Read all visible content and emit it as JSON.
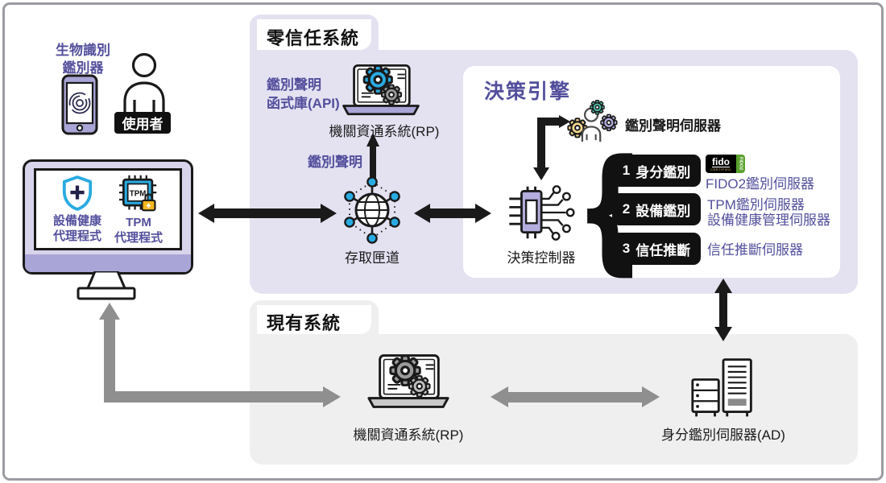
{
  "diagram": {
    "title_zero_trust": "零信任系統",
    "title_existing": "現有系統"
  },
  "client": {
    "biometric_line1": "生物識別",
    "biometric_line2": "鑑別器",
    "user": "使用者",
    "device_health_line1": "設備健康",
    "device_health_line2": "代理程式",
    "tpm_chip": "TPM",
    "tpm_agent_line1": "TPM",
    "tpm_agent_line2": "代理程式"
  },
  "zero_trust": {
    "api_line1": "鑑別聲明",
    "api_line2": "函式庫(API)",
    "rp": "機關資通系統(RP)",
    "assertion": "鑑別聲明",
    "gateway": "存取匣道"
  },
  "engine": {
    "title": "決策引擎",
    "assertion_server": "鑑別聲明伺服器",
    "controller": "決策控制器",
    "brace_glyph": "{",
    "steps": [
      {
        "num": "1",
        "label": "身分鑑別",
        "servers": [
          "FIDO2鑑別伺服器"
        ]
      },
      {
        "num": "2",
        "label": "設備鑑別",
        "servers": [
          "TPM鑑別伺服器",
          "設備健康管理伺服器"
        ]
      },
      {
        "num": "3",
        "label": "信任推斷",
        "servers": [
          "信任推斷伺服器"
        ]
      }
    ],
    "fido": {
      "brand": "fido",
      "certified": "CERTIFIED",
      "strip": "FIDO2"
    }
  },
  "existing": {
    "rp": "機關資通系統(RP)",
    "ad": "身分鑑別伺服器(AD)"
  },
  "colors": {
    "panel_lavender": "#e4e2f1",
    "panel_gray": "#efeff0",
    "purple_text": "#534f9c",
    "accent_cyan": "#29abe2",
    "black": "#1a1a1a",
    "arrow_gray": "#8f8f8f",
    "lavender_mid": "#a9a5d6",
    "fido_green": "#59a22e",
    "lock_gold": "#f5b71c"
  }
}
